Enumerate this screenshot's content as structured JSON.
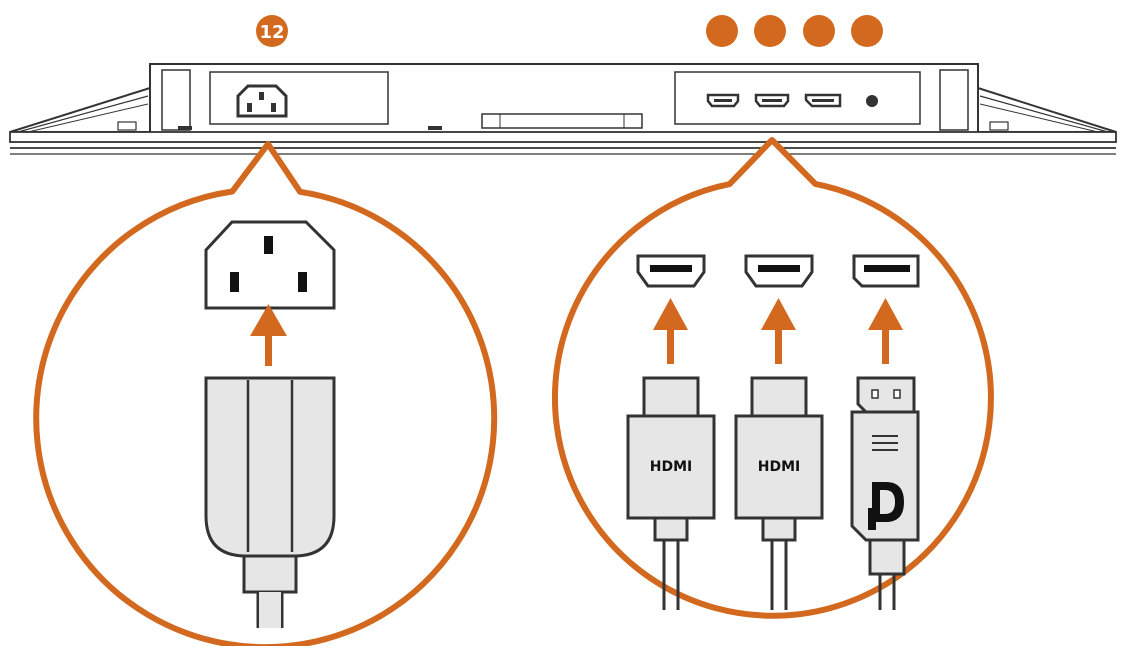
{
  "callouts": {
    "power": {
      "number": "12"
    },
    "ports": {
      "numbers": [
        "",
        "",
        "",
        ""
      ]
    }
  },
  "connectors": {
    "hdmi_1": {
      "label": "HDMI"
    },
    "hdmi_2": {
      "label": "HDMI"
    },
    "displayport": {
      "label": "DP"
    }
  },
  "colors": {
    "accent": "#D2691E",
    "line": "#333333",
    "plug_fill": "#E6E6E6",
    "background": "#FFFFFF"
  }
}
